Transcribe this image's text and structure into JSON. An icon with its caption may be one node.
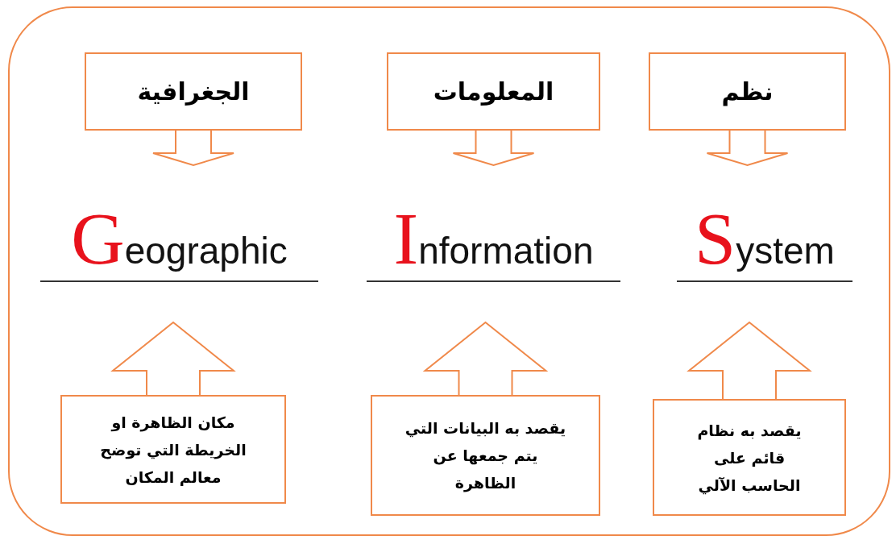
{
  "diagram": {
    "nodes": [
      {
        "text": [
          "الجغرافية"
        ]
      },
      {
        "text": [
          "المعلومات"
        ]
      },
      {
        "text": [
          "نظم"
        ]
      },
      {
        "text": [
          "Geographic"
        ]
      },
      {
        "text": [
          "Information"
        ]
      },
      {
        "text": [
          "System"
        ]
      },
      {
        "text": [
          "مكان الظاهرة او الخريطة التي توضح معالم المكان"
        ]
      },
      {
        "text": [
          "يقصد به البيانات التي يتم جمعها عن الظاهرة"
        ]
      },
      {
        "text": [
          "يقصد به نظام قائم على الحاسب الآلي"
        ]
      }
    ],
    "edges": [
      {
        "from": 0,
        "to": 3,
        "arrow": "to"
      },
      {
        "from": 1,
        "to": 4,
        "arrow": "to"
      },
      {
        "from": 2,
        "to": 5,
        "arrow": "to"
      },
      {
        "from": 6,
        "to": 3,
        "arrow": "to"
      },
      {
        "from": 7,
        "to": 4,
        "arrow": "to"
      },
      {
        "from": 8,
        "to": 5,
        "arrow": "to"
      }
    ]
  }
}
